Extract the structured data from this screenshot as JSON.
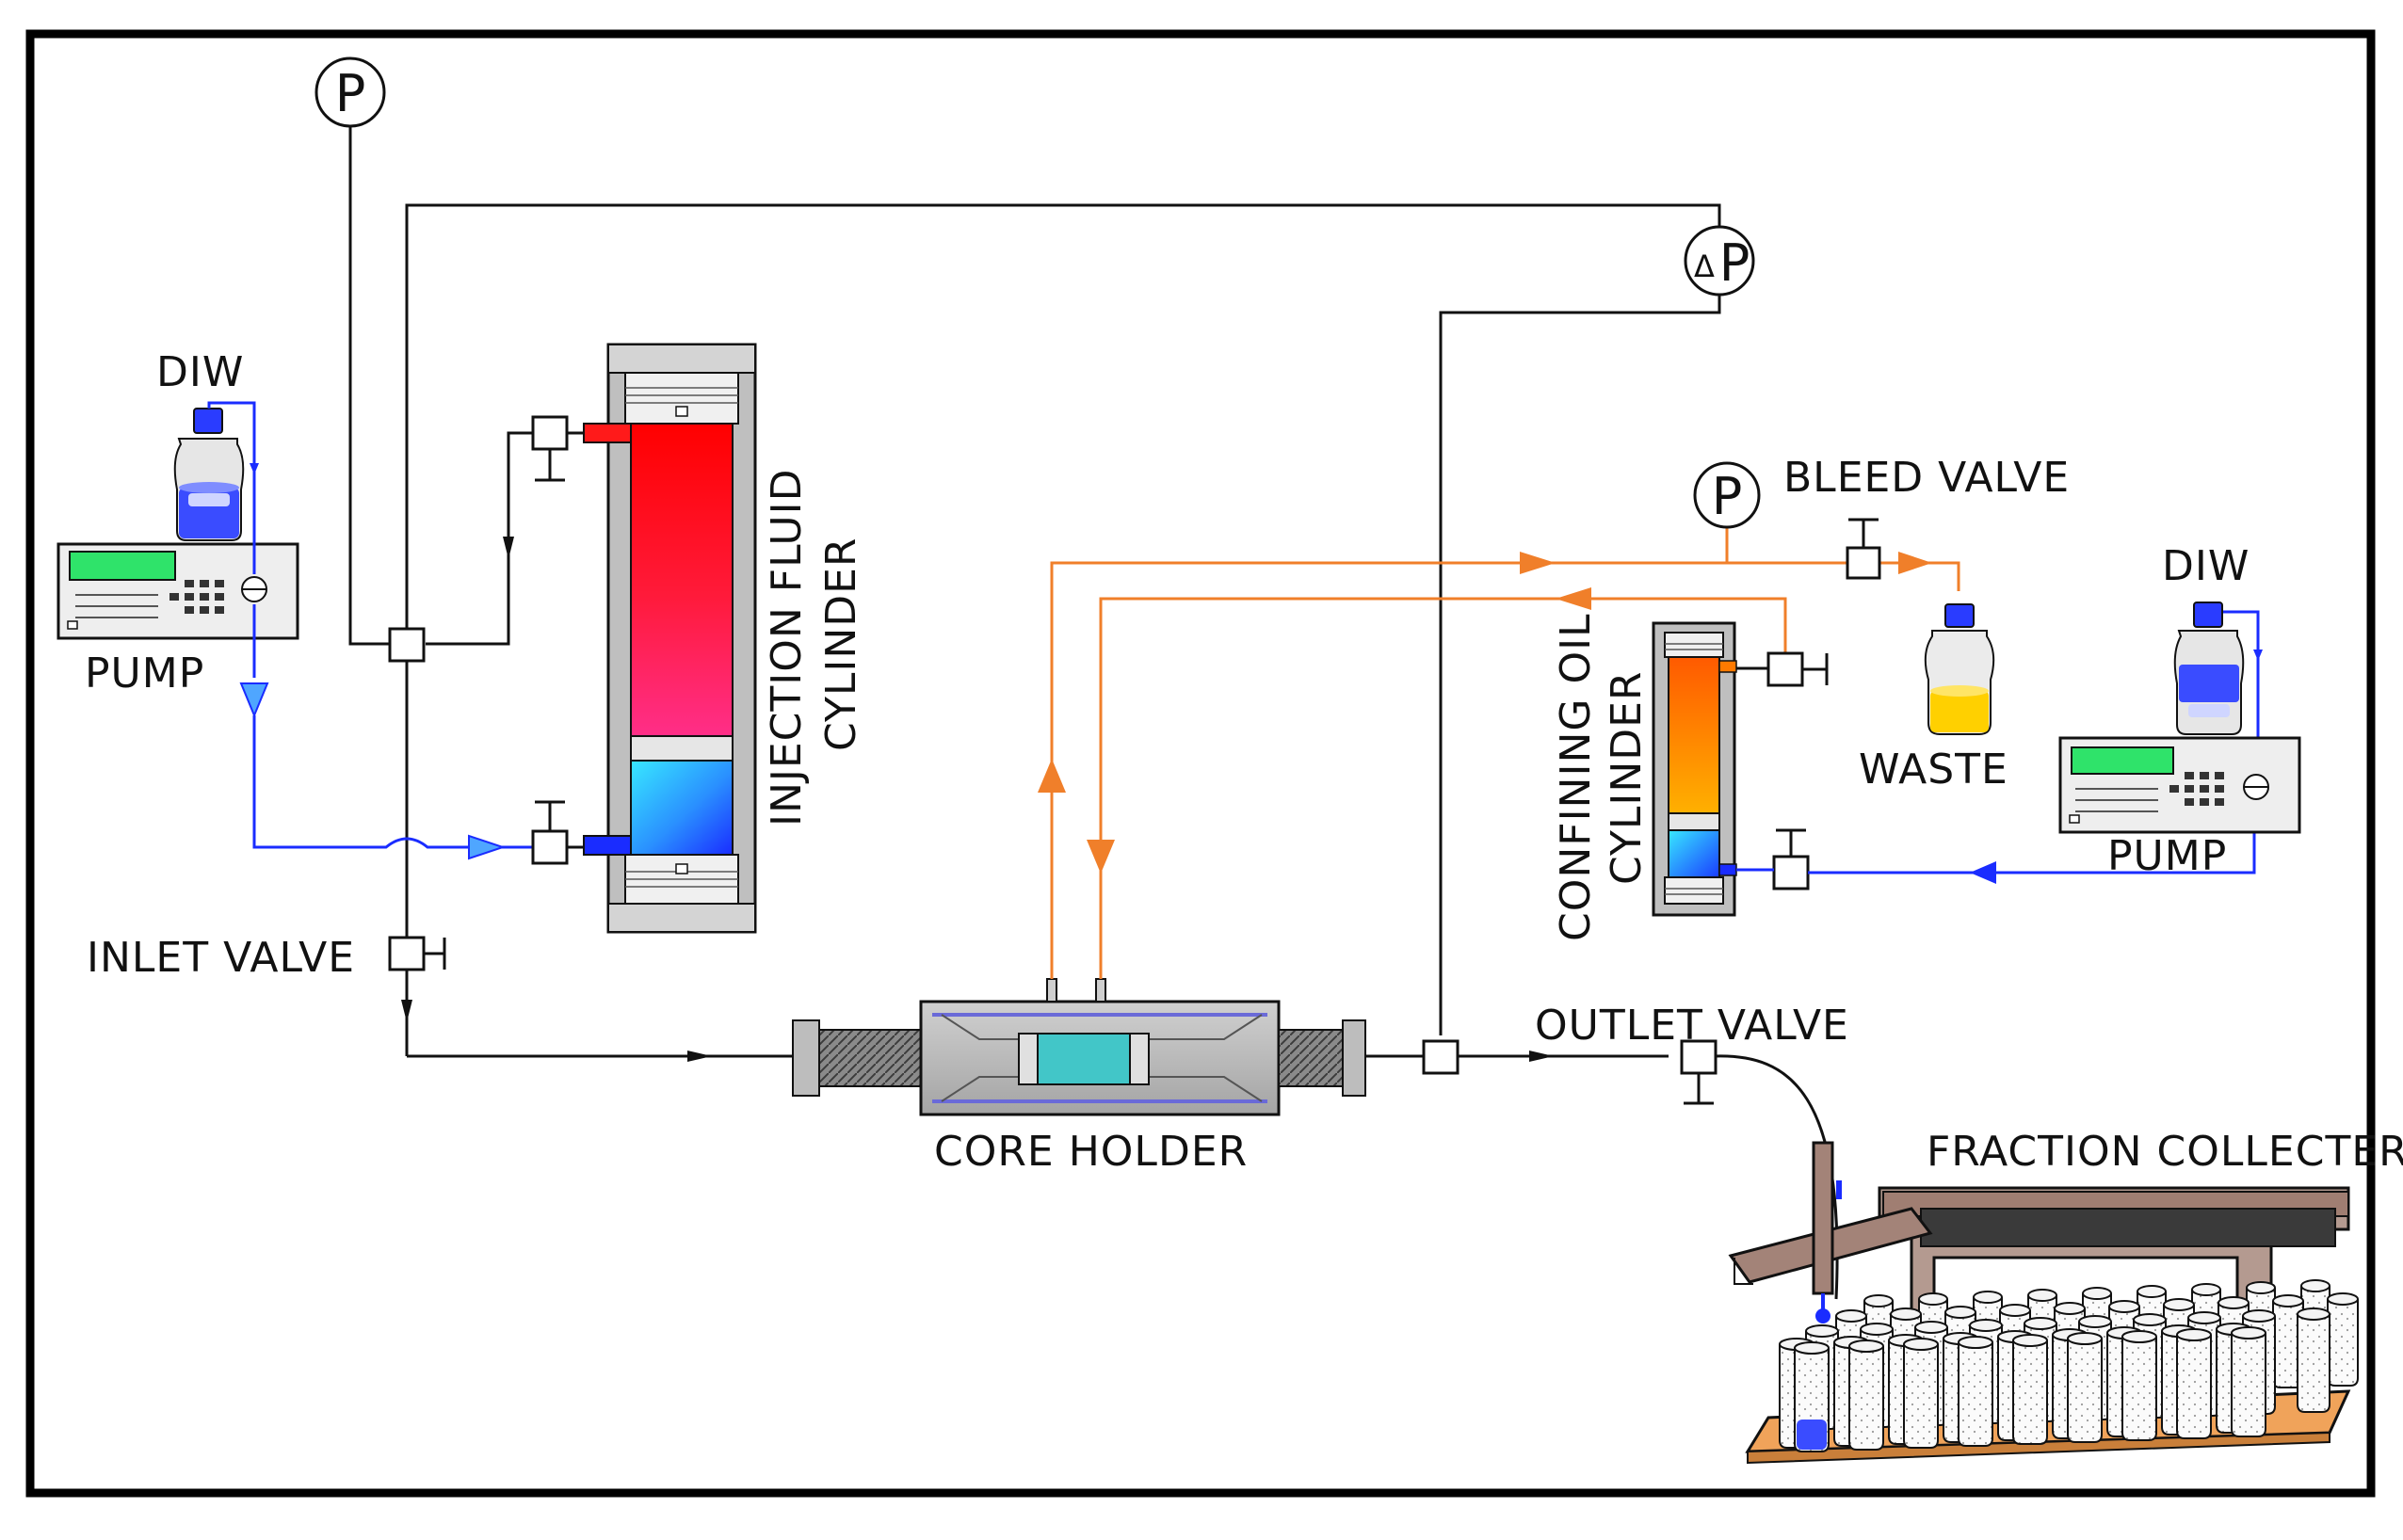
{
  "labels": {
    "diw_left": "DIW",
    "pump_left": "PUMP",
    "injection_fluid_cylinder_line1": "INJECTION FLUID",
    "injection_fluid_cylinder_line2": "CYLINDER",
    "inlet_valve": "INLET VALVE",
    "core_holder": "CORE HOLDER",
    "outlet_valve": "OUTLET VALVE",
    "bleed_valve": "BLEED VALVE",
    "waste": "WASTE",
    "diw_right": "DIW",
    "pump_right": "PUMP",
    "confining_oil_cylinder_line1": "CONFINING OIL",
    "confining_oil_cylinder_line2": "CYLINDER",
    "fraction_collector": "FRACTION COLLECTER"
  },
  "gauges": {
    "pressure_top": "P",
    "pressure_bleed": "P",
    "diff_pressure_symbol": "Δ",
    "diff_pressure_letter": "P"
  },
  "colors": {
    "water_line": "#1a2cff",
    "oil_line": "#f07f2a",
    "injection_fluid": "#ff1010",
    "confining_oil": "#ff7a00",
    "core": "#42c6c8",
    "waste_fluid": "#ffd000"
  }
}
